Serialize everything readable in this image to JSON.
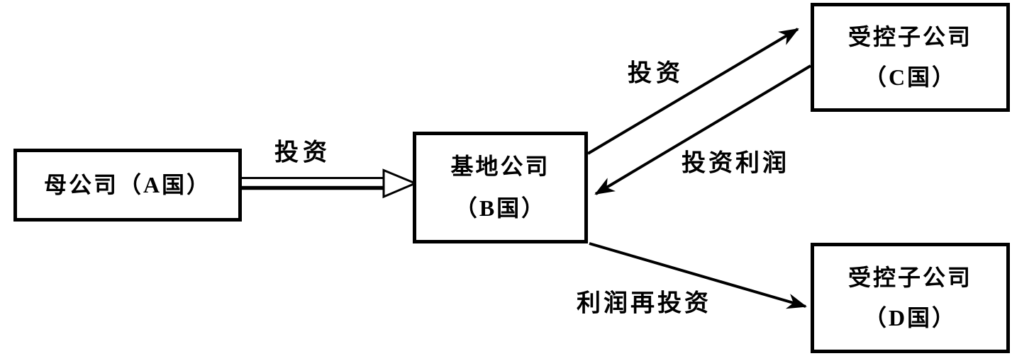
{
  "diagram": {
    "background": "#ffffff",
    "ink": "#000000",
    "boxes": {
      "parent": {
        "label": "母公司（A国）"
      },
      "base": {
        "line1": "基地公司",
        "line2": "（B国）"
      },
      "subsidiary_c": {
        "line1": "受控子公司",
        "line2": "（C国）"
      },
      "subsidiary_d": {
        "line1": "受控子公司",
        "line2": "（D国）"
      }
    },
    "arrows": [
      {
        "label": "投资",
        "from": "母公司（A国）",
        "to": "基地公司（B国）",
        "style": "hollow-outline-arrow"
      },
      {
        "label": "投资",
        "from": "基地公司（B国）",
        "to": "受控子公司（C国）",
        "style": "solid-arrow"
      },
      {
        "label": "投资利润",
        "from": "受控子公司（C国）",
        "to": "基地公司（B国）",
        "style": "solid-arrow"
      },
      {
        "label": "利润再投资",
        "from": "基地公司（B国）",
        "to": "受控子公司（D国）",
        "style": "solid-arrow"
      }
    ]
  }
}
